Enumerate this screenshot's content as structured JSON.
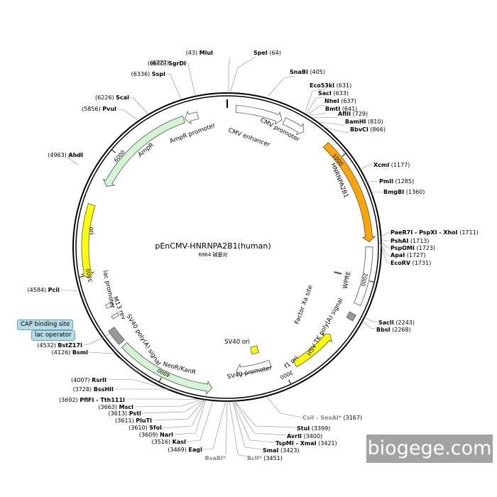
{
  "plasmid": {
    "name": "pEnCMV-HNRNPA2B1(human)",
    "size_label": "6964 碱基对",
    "length_bp": 6964
  },
  "watermark": "biogege.com",
  "boxed_labels": {
    "cap_binding_site": "CAP binding site",
    "lac_operator": "lac operator"
  },
  "ticks": [
    "1000",
    "2000",
    "3000",
    "4000",
    "5000",
    "6000"
  ],
  "features": [
    {
      "label": "CMV enhancer",
      "start": 70,
      "end": 450,
      "color": "#ffffff",
      "direction": 1
    },
    {
      "label": "CMV promoter",
      "start": 470,
      "end": 650,
      "color": "#ffffff",
      "direction": 1
    },
    {
      "label": "HNRNPA2B1",
      "start": 850,
      "end": 1700,
      "color": "#ffa500",
      "direction": 1
    },
    {
      "label": "WPRE",
      "start": 1740,
      "end": 2200,
      "color": "#ffffff",
      "direction": 0
    },
    {
      "label": "Factor Xa site",
      "start": 1990,
      "end": 2000,
      "color": "#c0504d",
      "direction": 0
    },
    {
      "label": "HSV TK poly(A) signal",
      "start": 2280,
      "end": 2330,
      "color": "#999999",
      "direction": 0
    },
    {
      "label": "f1 ori",
      "start": 2520,
      "end": 2900,
      "color": "#ffff00",
      "direction": -1
    },
    {
      "label": "SV40 promoter",
      "start": 3090,
      "end": 3400,
      "color": "#ffffff",
      "direction": 1
    },
    {
      "label": "SV40 ori",
      "start": 3160,
      "end": 3230,
      "color": "#ffff00",
      "direction": 0
    },
    {
      "label": "NeoR/KanR",
      "start": 3600,
      "end": 4380,
      "color": "#d4f5d4",
      "direction": -1
    },
    {
      "label": "SV40 poly(A) signal",
      "start": 4410,
      "end": 4540,
      "color": "#999999",
      "direction": 0
    },
    {
      "label": "lac promoter",
      "start": 4700,
      "end": 4730,
      "color": "#ffffff",
      "direction": 0
    },
    {
      "label": "M13 rev",
      "start": 4600,
      "end": 4625,
      "color": "#ffffff",
      "direction": 0
    },
    {
      "label": "ori",
      "start": 4980,
      "end": 5560,
      "color": "#ffff00",
      "direction": -1
    },
    {
      "label": "AmpR",
      "start": 5740,
      "end": 6600,
      "color": "#d4f5d4",
      "direction": -1
    },
    {
      "label": "AmpR promoter",
      "start": 6610,
      "end": 6720,
      "color": "#ffffff",
      "direction": -1
    }
  ],
  "sites": [
    {
      "name": "MluI",
      "pos": "(43)",
      "side": "left",
      "grey": false
    },
    {
      "name": "SpeI",
      "pos": "(64)",
      "side": "right",
      "grey": false
    },
    {
      "name": "SnaBI",
      "pos": "(405)",
      "side": "right",
      "grey": false
    },
    {
      "name": "Eco53kI",
      "pos": "(631)",
      "side": "right",
      "grey": false
    },
    {
      "name": "SacI",
      "pos": "(633)",
      "side": "right",
      "grey": false
    },
    {
      "name": "NheI",
      "pos": "(637)",
      "side": "right",
      "grey": false
    },
    {
      "name": "BmtI",
      "pos": "(641)",
      "side": "right",
      "grey": false
    },
    {
      "name": "AflII",
      "pos": "(729)",
      "side": "right",
      "grey": false
    },
    {
      "name": "BamHI",
      "pos": "(810)",
      "side": "right",
      "grey": false
    },
    {
      "name": "BbvCI",
      "pos": "(866)",
      "side": "right",
      "grey": false
    },
    {
      "name": "XcmI",
      "pos": "(1177)",
      "side": "right",
      "grey": false
    },
    {
      "name": "PmlI",
      "pos": "(1285)",
      "side": "right",
      "grey": false
    },
    {
      "name": "BmgBI",
      "pos": "(1360)",
      "side": "right",
      "grey": false
    },
    {
      "name": "PaeR7I - PspXI - XhoI",
      "pos": "(1711)",
      "side": "right",
      "grey": false
    },
    {
      "name": "PshAI",
      "pos": "(1713)",
      "side": "right",
      "grey": false
    },
    {
      "name": "PspOMI",
      "pos": "(1723)",
      "side": "right",
      "grey": false
    },
    {
      "name": "ApaI",
      "pos": "(1727)",
      "side": "right",
      "grey": false
    },
    {
      "name": "EcoRV",
      "pos": "(1731)",
      "side": "right",
      "grey": false
    },
    {
      "name": "SacII",
      "pos": "(2243)",
      "side": "right",
      "grey": false
    },
    {
      "name": "BbsI",
      "pos": "(2268)",
      "side": "right",
      "grey": false
    },
    {
      "name": "CsiI - SexAI*",
      "pos": "(3167)",
      "side": "right",
      "grey": true
    },
    {
      "name": "StuI",
      "pos": "(3399)",
      "side": "right",
      "grey": false
    },
    {
      "name": "AvrII",
      "pos": "(3400)",
      "side": "right",
      "grey": false
    },
    {
      "name": "TspMI - XmaI",
      "pos": "(3421)",
      "side": "right",
      "grey": false
    },
    {
      "name": "SmaI",
      "pos": "(3423)",
      "side": "right",
      "grey": false
    },
    {
      "name": "BclI*",
      "pos": "(3451)",
      "side": "right",
      "grey": true
    },
    {
      "name": "BsaBI*",
      "pos": "",
      "side": "left",
      "grey": true
    },
    {
      "name": "EagI",
      "pos": "(3469)",
      "side": "left",
      "grey": false
    },
    {
      "name": "KasI",
      "pos": "(3516)",
      "side": "left",
      "grey": false
    },
    {
      "name": "NarI",
      "pos": "(3609)",
      "side": "left",
      "grey": false
    },
    {
      "name": "SfoI",
      "pos": "(3610)",
      "side": "left",
      "grey": false
    },
    {
      "name": "PluTI",
      "pos": "(3611)",
      "side": "left",
      "grey": false
    },
    {
      "name": "PstI",
      "pos": "(3613)",
      "side": "left",
      "grey": false
    },
    {
      "name": "MscI",
      "pos": "(3663)",
      "side": "left",
      "grey": false
    },
    {
      "name": "PflFI - Tth111I",
      "pos": "(3692)",
      "side": "left",
      "grey": false
    },
    {
      "name": "BssHII",
      "pos": "(3728)",
      "side": "left",
      "grey": false
    },
    {
      "name": "RsrII",
      "pos": "(4007)",
      "side": "left",
      "grey": false
    },
    {
      "name": "BsmI",
      "pos": "(4126)",
      "side": "left",
      "grey": false
    },
    {
      "name": "BstZ17I",
      "pos": "(4532)",
      "side": "left",
      "grey": false
    },
    {
      "name": "PciI",
      "pos": "(4584)",
      "side": "left",
      "grey": false
    },
    {
      "name": "AhdI",
      "pos": "(4963)",
      "side": "left",
      "grey": false
    },
    {
      "name": "PvuI",
      "pos": "(5856)",
      "side": "left",
      "grey": false
    },
    {
      "name": "ScaI",
      "pos": "(6226)",
      "side": "left",
      "grey": false
    },
    {
      "name": "SspI",
      "pos": "(6336)",
      "side": "left",
      "grey": false
    },
    {
      "name": "SgrDI",
      "pos": "(6660)",
      "side": "left",
      "grey": false
    },
    {
      "name": "",
      "pos": "(6777)",
      "side": "left",
      "grey": false
    }
  ]
}
